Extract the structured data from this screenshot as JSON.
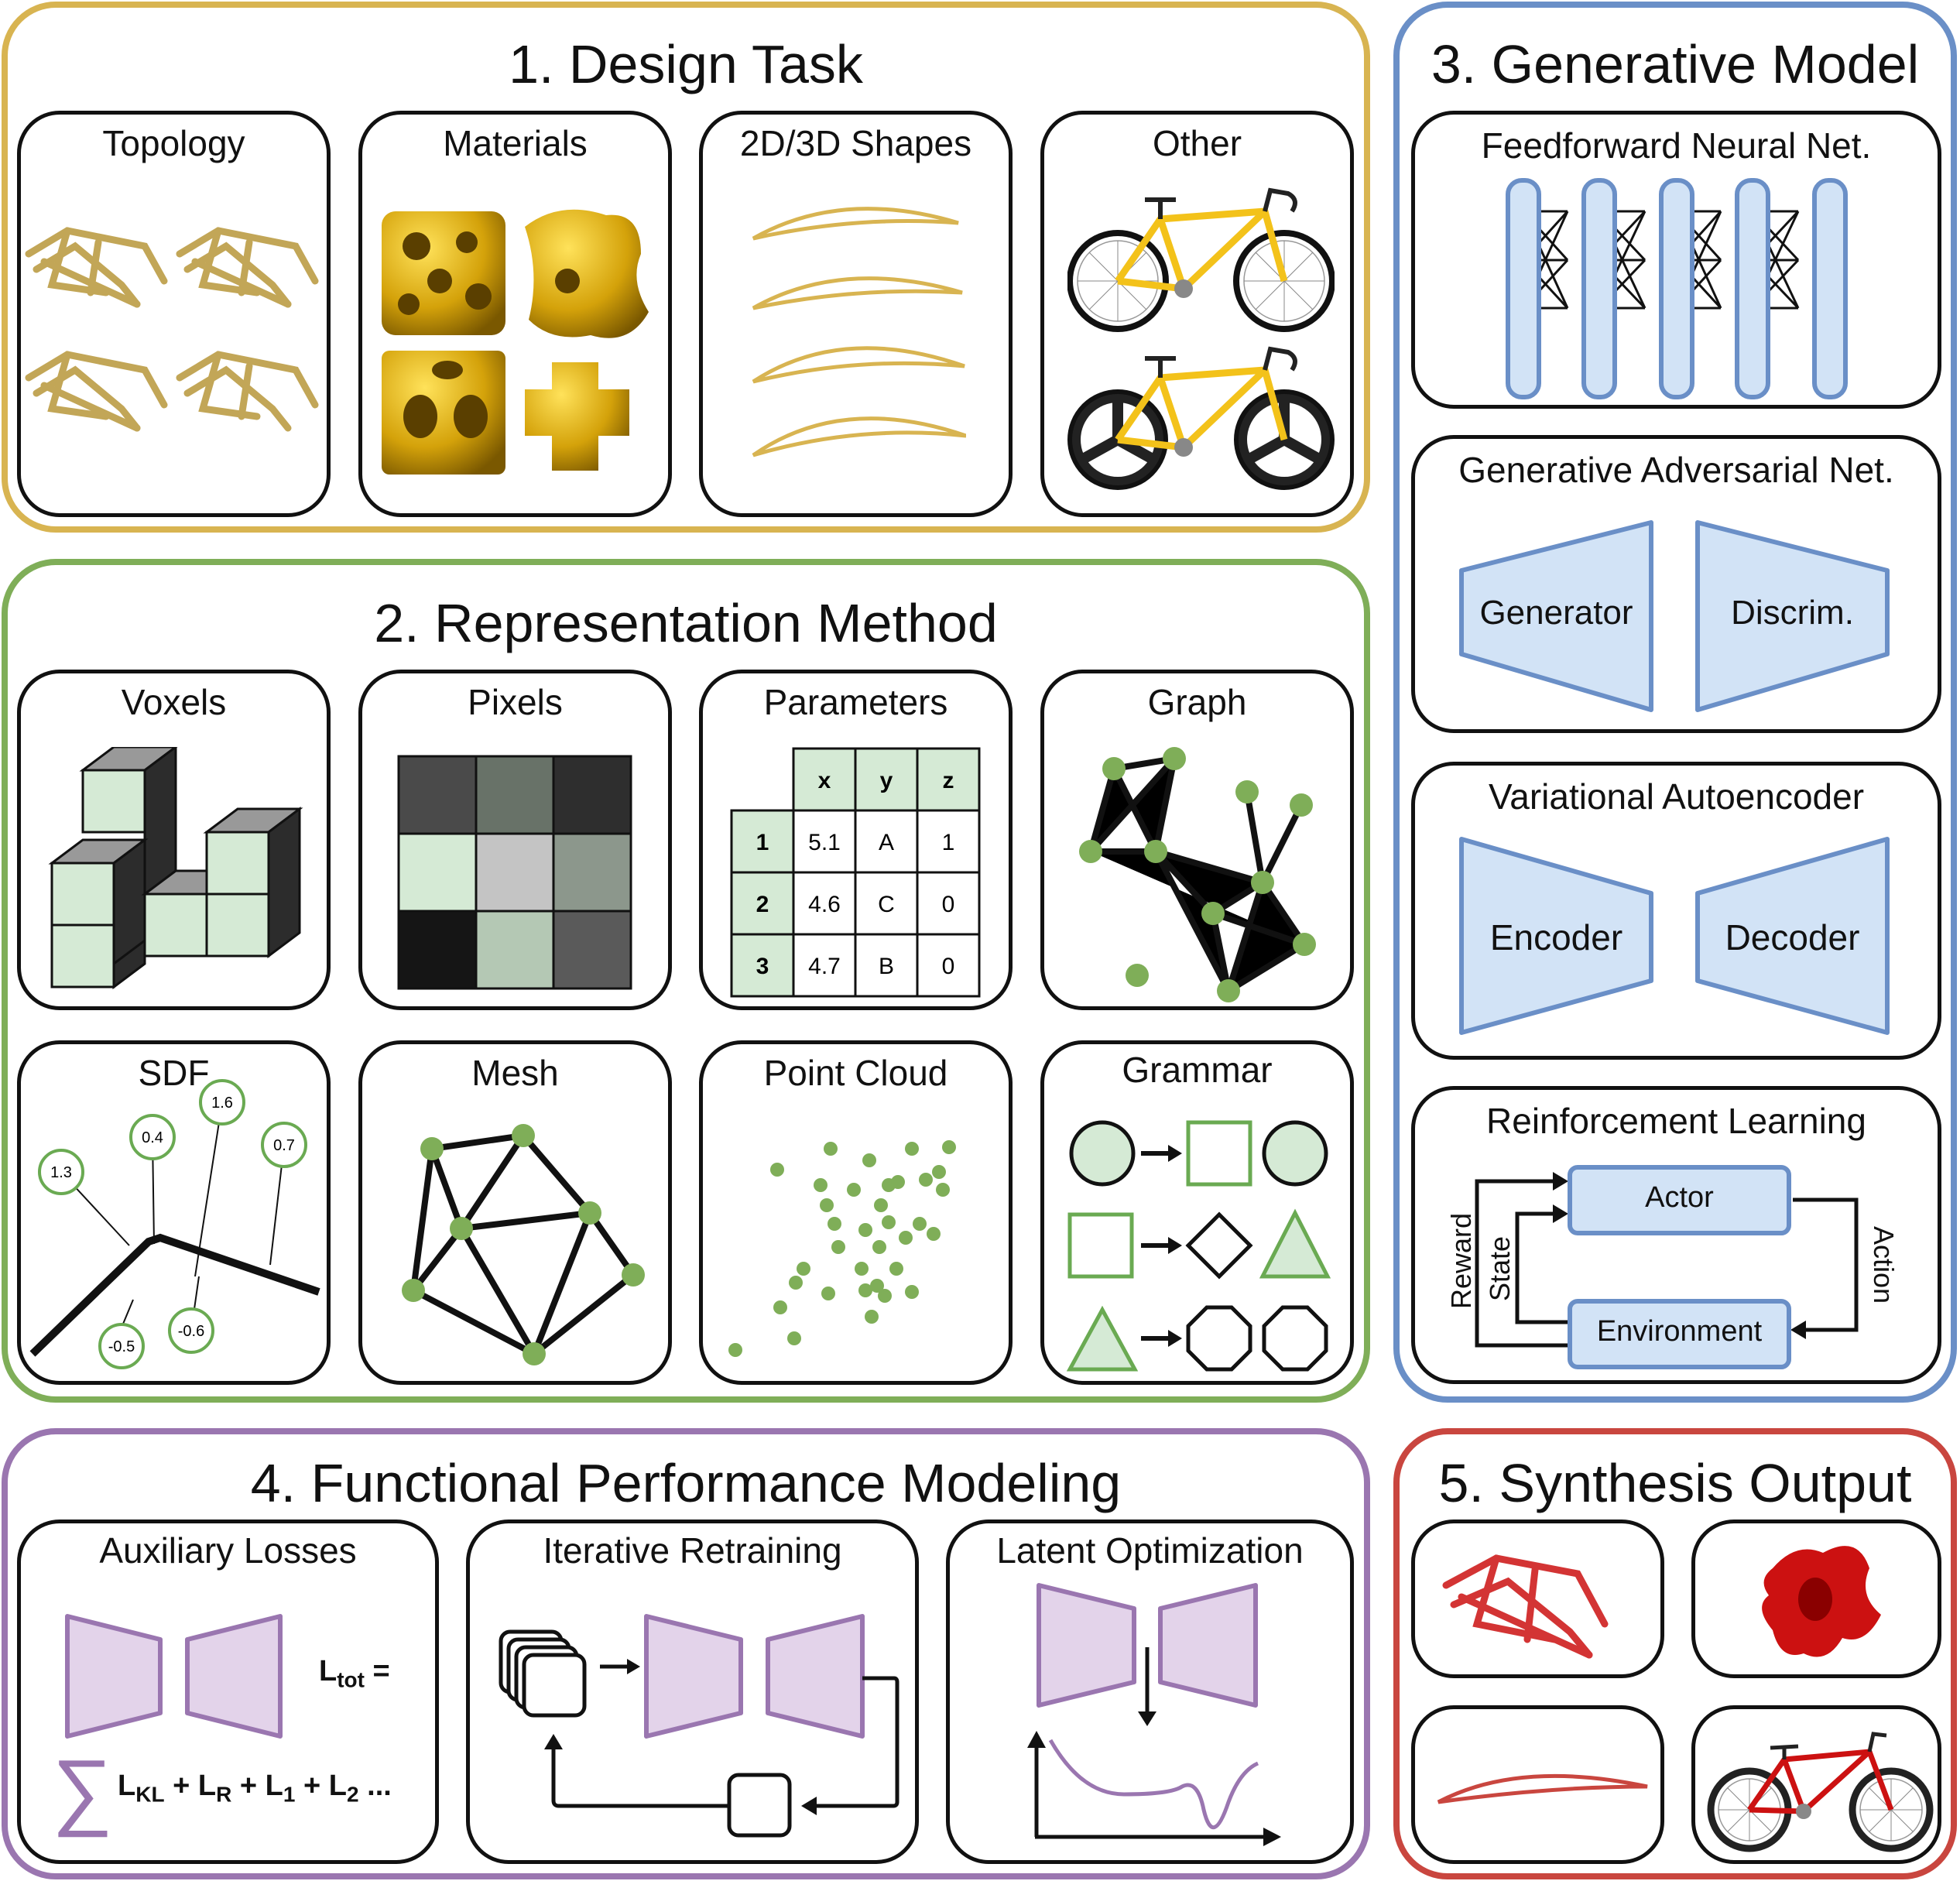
{
  "colors": {
    "design": "#d8b451",
    "representation": "#7fae58",
    "generative": "#6a8fc7",
    "performance": "#9a76b0",
    "output": "#c9463f",
    "gold": "#d4a20a",
    "green_fill": "#d5ead5",
    "green_stroke": "#6aaa52",
    "blue_fill": "#d2e3f6",
    "purple_fill": "#e3d3ea",
    "red": "#cc1111"
  },
  "sections": {
    "design": {
      "title": "1. Design Task",
      "panels": [
        "Topology",
        "Materials",
        "2D/3D Shapes",
        "Other"
      ]
    },
    "representation": {
      "title": "2. Representation Method",
      "panels": [
        "Voxels",
        "Pixels",
        "Parameters",
        "Graph",
        "SDF",
        "Mesh",
        "Point Cloud",
        "Grammar"
      ],
      "parameters_table": {
        "headers": [
          "x",
          "y",
          "z"
        ],
        "rows": [
          {
            "index": "1",
            "values": [
              "5.1",
              "A",
              "1"
            ]
          },
          {
            "index": "2",
            "values": [
              "4.6",
              "C",
              "0"
            ]
          },
          {
            "index": "3",
            "values": [
              "4.7",
              "B",
              "0"
            ]
          }
        ]
      },
      "sdf_values": [
        "1.3",
        "0.4",
        "1.6",
        "0.7",
        "-0.5",
        "-0.6"
      ]
    },
    "generative": {
      "title": "3. Generative Model",
      "panels": {
        "ffnn": "Feedforward Neural Net.",
        "gan": "Generative Adversarial Net.",
        "vae": "Variational Autoencoder",
        "rl": "Reinforcement Learning"
      },
      "gan_labels": {
        "generator": "Generator",
        "discriminator": "Discrim."
      },
      "vae_labels": {
        "encoder": "Encoder",
        "decoder": "Decoder"
      },
      "rl_labels": {
        "actor": "Actor",
        "environment": "Environment",
        "reward": "Reward",
        "state": "State",
        "action": "Action"
      }
    },
    "performance": {
      "title": "4. Functional Performance Modeling",
      "panels": [
        "Auxiliary Losses",
        "Iterative Retraining",
        "Latent Optimization"
      ],
      "loss_total": "L",
      "loss_total_sub": "tot",
      "loss_equals": "=",
      "sum_symbol": "∑",
      "loss_terms": [
        {
          "l": "L",
          "sub": "KL",
          "op": "+"
        },
        {
          "l": "L",
          "sub": "R",
          "op": "+"
        },
        {
          "l": "L",
          "sub": "1",
          "op": "+"
        },
        {
          "l": "L",
          "sub": "2",
          "op": "..."
        }
      ]
    },
    "output": {
      "title": "5. Synthesis Output"
    }
  }
}
